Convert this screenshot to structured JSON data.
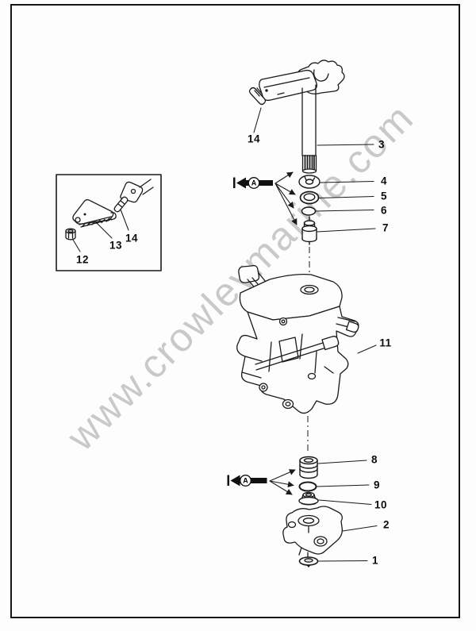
{
  "colors": {
    "line": "#1a1a1a",
    "label": "#0d0d0d",
    "watermark": "#c9c9c9",
    "frame": "#161616"
  },
  "watermark": {
    "text": "www.crowleymarine.com"
  },
  "direction_markers": {
    "upper": "A",
    "lower": "A"
  },
  "part_labels": {
    "pin_top": "14",
    "swivel_shaft": "3",
    "washer": "4",
    "upper_bushing": "5",
    "upper_oring": "6",
    "lower_shaft_bushing": "7",
    "swivel_bracket": "11",
    "steering_bushing": "8",
    "steering_oring": "9",
    "steering_nut": "10",
    "steering_bracket": "2",
    "screw_washer": "1",
    "inset_nut": "12",
    "inset_lever_arm": "13",
    "inset_pin": "14"
  }
}
